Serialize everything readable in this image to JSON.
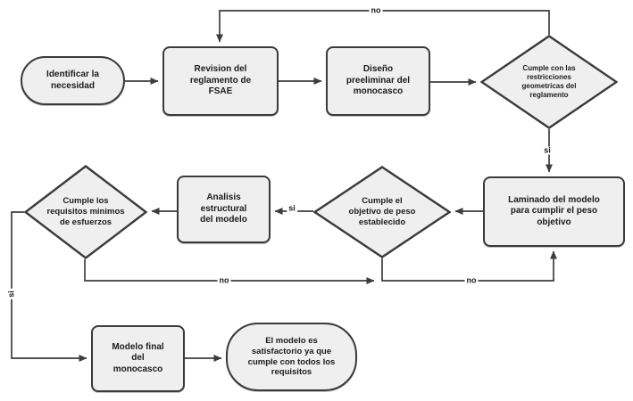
{
  "diagram": {
    "type": "flowchart",
    "language": "es",
    "nodes": {
      "identificar": {
        "shape": "terminator",
        "label": "Identificar la\nnecesidad"
      },
      "revision": {
        "shape": "process",
        "label": "Revision del\nreglamento de\nFSAE"
      },
      "diseno": {
        "shape": "process",
        "label": "Diseño\npreeliminar del\nmonocasco"
      },
      "restricciones": {
        "shape": "decision",
        "label": "Cumple con las\nrestricciones\ngeometricas del\nreglamento"
      },
      "laminado": {
        "shape": "process",
        "label": "Laminado del modelo\npara cumplir el peso\nobjetivo"
      },
      "objetivo_peso": {
        "shape": "decision",
        "label": "Cumple el\nobjetivo de peso\nestablecido"
      },
      "analisis": {
        "shape": "process",
        "label": "Analisis\nestructural\ndel modelo"
      },
      "requisitos": {
        "shape": "decision",
        "label": "Cumple los\nrequisitos minimos\nde esfuerzos"
      },
      "modelo_final": {
        "shape": "process",
        "label": "Modelo final\ndel\nmonocasco"
      },
      "satisfactorio": {
        "shape": "terminator",
        "label": "El modelo es\nsatisfactorio ya que\ncumple con todos los\nrequisitos"
      }
    },
    "edges": [
      {
        "from": "identificar",
        "to": "revision",
        "label": ""
      },
      {
        "from": "revision",
        "to": "diseno",
        "label": ""
      },
      {
        "from": "diseno",
        "to": "restricciones",
        "label": ""
      },
      {
        "from": "restricciones",
        "to": "revision",
        "label": "no"
      },
      {
        "from": "restricciones",
        "to": "laminado",
        "label": "si"
      },
      {
        "from": "laminado",
        "to": "objetivo_peso",
        "label": ""
      },
      {
        "from": "objetivo_peso",
        "to": "analisis",
        "label": "si"
      },
      {
        "from": "analisis",
        "to": "requisitos",
        "label": ""
      },
      {
        "from": "objetivo_peso",
        "to": "laminado",
        "label": "no"
      },
      {
        "from": "requisitos",
        "to": "laminado",
        "label": "no"
      },
      {
        "from": "requisitos",
        "to": "modelo_final",
        "label": "si"
      },
      {
        "from": "modelo_final",
        "to": "satisfactorio",
        "label": ""
      }
    ]
  },
  "colors": {
    "background": "#ffffff",
    "node_fill": "#efefef",
    "node_border": "#3a3a3a",
    "line": "#3d3d3d",
    "text": "#1b1b1b"
  }
}
